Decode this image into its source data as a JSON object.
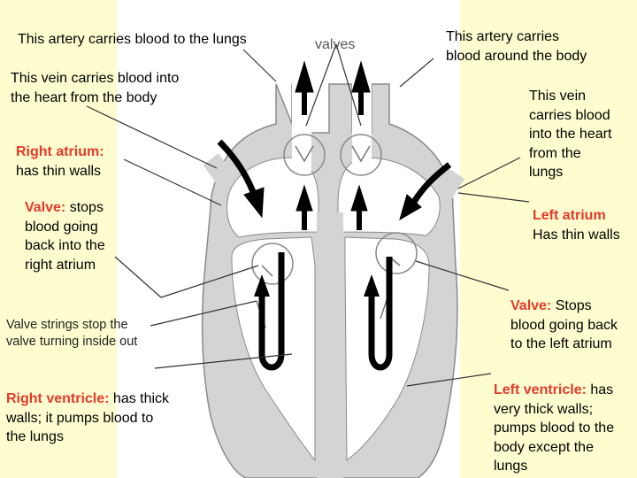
{
  "colors": {
    "background": "#fdfdd0",
    "heart_fill": "#d4d4d4",
    "heart_outline": "#8a8a8a",
    "label_red": "#e53a2a"
  },
  "labels": {
    "valves": "valves",
    "pulmonary_artery": "This artery carries blood to the lungs",
    "aorta": "This artery carries\nblood around the body",
    "vena_cava": "This vein carries blood into\nthe heart from the body",
    "pulmonary_vein": "This vein\ncarries blood\ninto the heart\nfrom the\nlungs",
    "right_atrium_title": "Right atrium:",
    "right_atrium_text": "has thin walls",
    "left_atrium_title": "Left atrium",
    "left_atrium_text": "Has thin walls",
    "valve_right_title": "Valve:",
    "valve_right_text": " stops\nblood going\nback into the\nright atrium",
    "valve_left_title": "Valve:",
    "valve_left_text": " Stops\nblood going back\nto the left atrium",
    "valve_strings": "Valve strings stop the\nvalve turning inside out",
    "right_ventricle_title": "Right ventricle:",
    "right_ventricle_text": " has thick\nwalls; it pumps blood to\nthe lungs",
    "left_ventricle_title": "Left ventricle:",
    "left_ventricle_text": " has\nvery thick walls;\npumps blood to the\nbody except the\nlungs"
  }
}
